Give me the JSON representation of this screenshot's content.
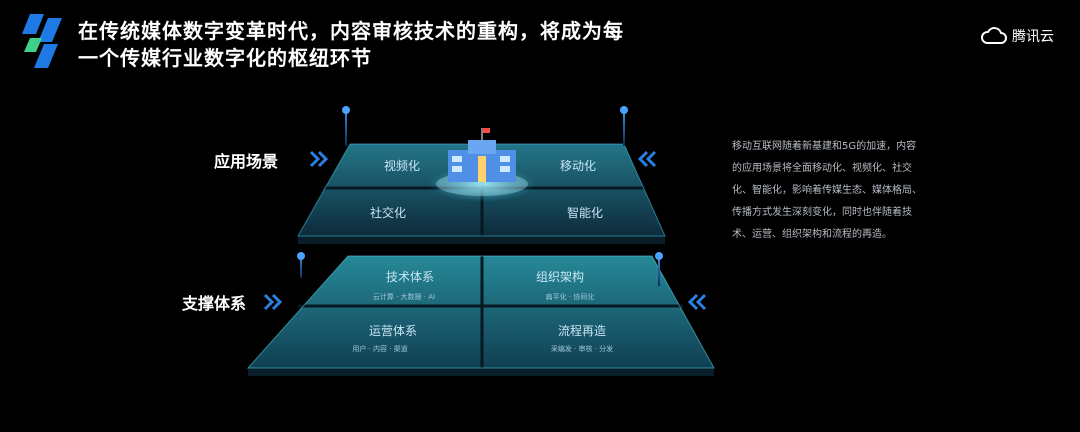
{
  "header": {
    "title_line1": "在传统媒体数字变革时代，内容审核技术的重构，将成为每",
    "title_line2": "一个传媒行业数字化的枢纽环节",
    "brand": "腾讯云"
  },
  "layers": {
    "application": {
      "label": "应用场景",
      "quadrants": [
        "视频化",
        "移动化",
        "社交化",
        "智能化"
      ]
    },
    "support": {
      "label": "支撑体系",
      "quadrants": [
        {
          "label": "技术体系",
          "sub": "云计算 · 大数据 · AI"
        },
        {
          "label": "组织架构",
          "sub": "扁平化 · 协同化"
        },
        {
          "label": "运营体系",
          "sub": "用户 · 内容 · 渠道"
        },
        {
          "label": "流程再造",
          "sub": "采编发 · 审核 · 分发"
        }
      ]
    }
  },
  "description": "移动互联网随着新基建和5G的加速，内容的应用场景将全面移动化、视频化、社交化、智能化，影响着传媒生态、媒体格局、传播方式发生深刻变化，同时也伴随着技术、运营、组织架构和流程的再造。",
  "colors": {
    "background": "#000000",
    "accent_blue": "#1e6fd9",
    "panel_cyan": "#1c6f86",
    "panel_dark": "#0d2a3a"
  },
  "icons": [
    "logo-mark-icon",
    "cloud-icon",
    "chevron-right-icon",
    "chevron-left-icon",
    "building-icon"
  ]
}
